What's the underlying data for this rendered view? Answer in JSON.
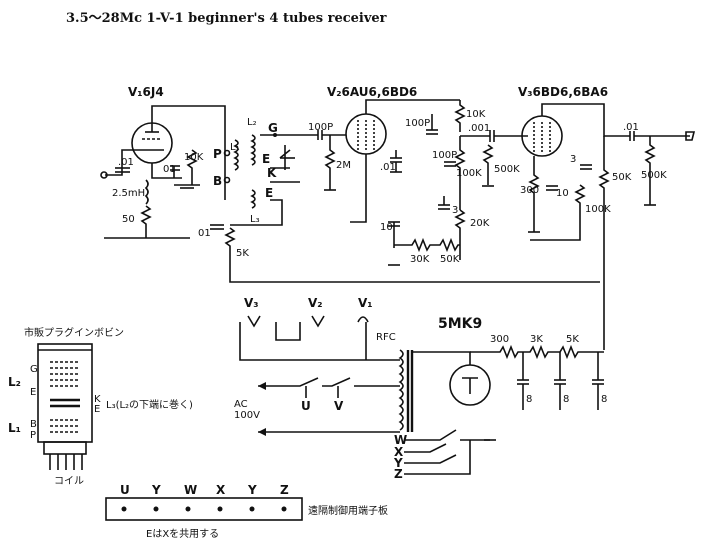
{
  "title": "3.5～28Mc  1-V-1  beginner's  4 tubes receiver",
  "tubes": {
    "v1": "V₁6J4",
    "v2": "V₂6AU6,6BD6",
    "v3": "V₃6BD6,6BA6",
    "rect": "5MK9"
  },
  "components": {
    "c_v1_in": ".01",
    "c_v1_k": "01",
    "r_v1_k": "10K",
    "choke": "2.5mH",
    "r_50": "50",
    "c_01_b": "01",
    "r_5k_v1": "5K",
    "c_100p_g": "100P",
    "r_2m": "2M",
    "c_v2_01": ".01",
    "c_100p_v2": "100P",
    "r_10k_v2": "10K",
    "c_001": ".001",
    "c_100p_b": "100P",
    "r_100k_v2": "100K",
    "r_500k_v2": "500K",
    "c_3_v2": "3",
    "c_10_v2": "10",
    "r_30k": "30K",
    "r_50k": "50K",
    "r_20k": "20K",
    "r_300_v3": "300",
    "c_10_v3": "10",
    "c_3_v3": "3",
    "r_100k_v3": "100K",
    "r_50k_v3": "50K",
    "c_01_out": ".01",
    "r_500k_out": "500K",
    "rfc": "RFC",
    "r_300_ps": "300",
    "r_3k_ps": "3K",
    "r_5k_ps": "5K",
    "c_8a": "8",
    "c_8b": "8",
    "c_8c": "8",
    "ac": "AC",
    "ac_v": "100V"
  },
  "coil_labels": {
    "p": "P",
    "b": "B",
    "g": "G",
    "e": "E",
    "k": "K",
    "e2": "E",
    "l1": "L₁",
    "l2": "L₂",
    "l3": "L₃"
  },
  "power_labels": {
    "v3": "V₃",
    "v2": "V₂",
    "v1": "V₁",
    "u": "U",
    "v": "V",
    "w": "W",
    "x": "X",
    "y": "Y",
    "z": "Z"
  },
  "coil_diagram": {
    "heading": "市販プラグインボビン",
    "g": "G",
    "e": "E",
    "l2": "L₂",
    "k": "K",
    "e2": "E",
    "l3_note": "L₃(L₂の下端に巻く)",
    "l1": "L₁",
    "b": "B",
    "p": "P",
    "caption": "コイル"
  },
  "terminal_board": {
    "labels": [
      "U",
      "Y",
      "W",
      "X",
      "Y",
      "Z"
    ],
    "title": "遠隔制御用端子板",
    "note": "EはXを共用する"
  }
}
